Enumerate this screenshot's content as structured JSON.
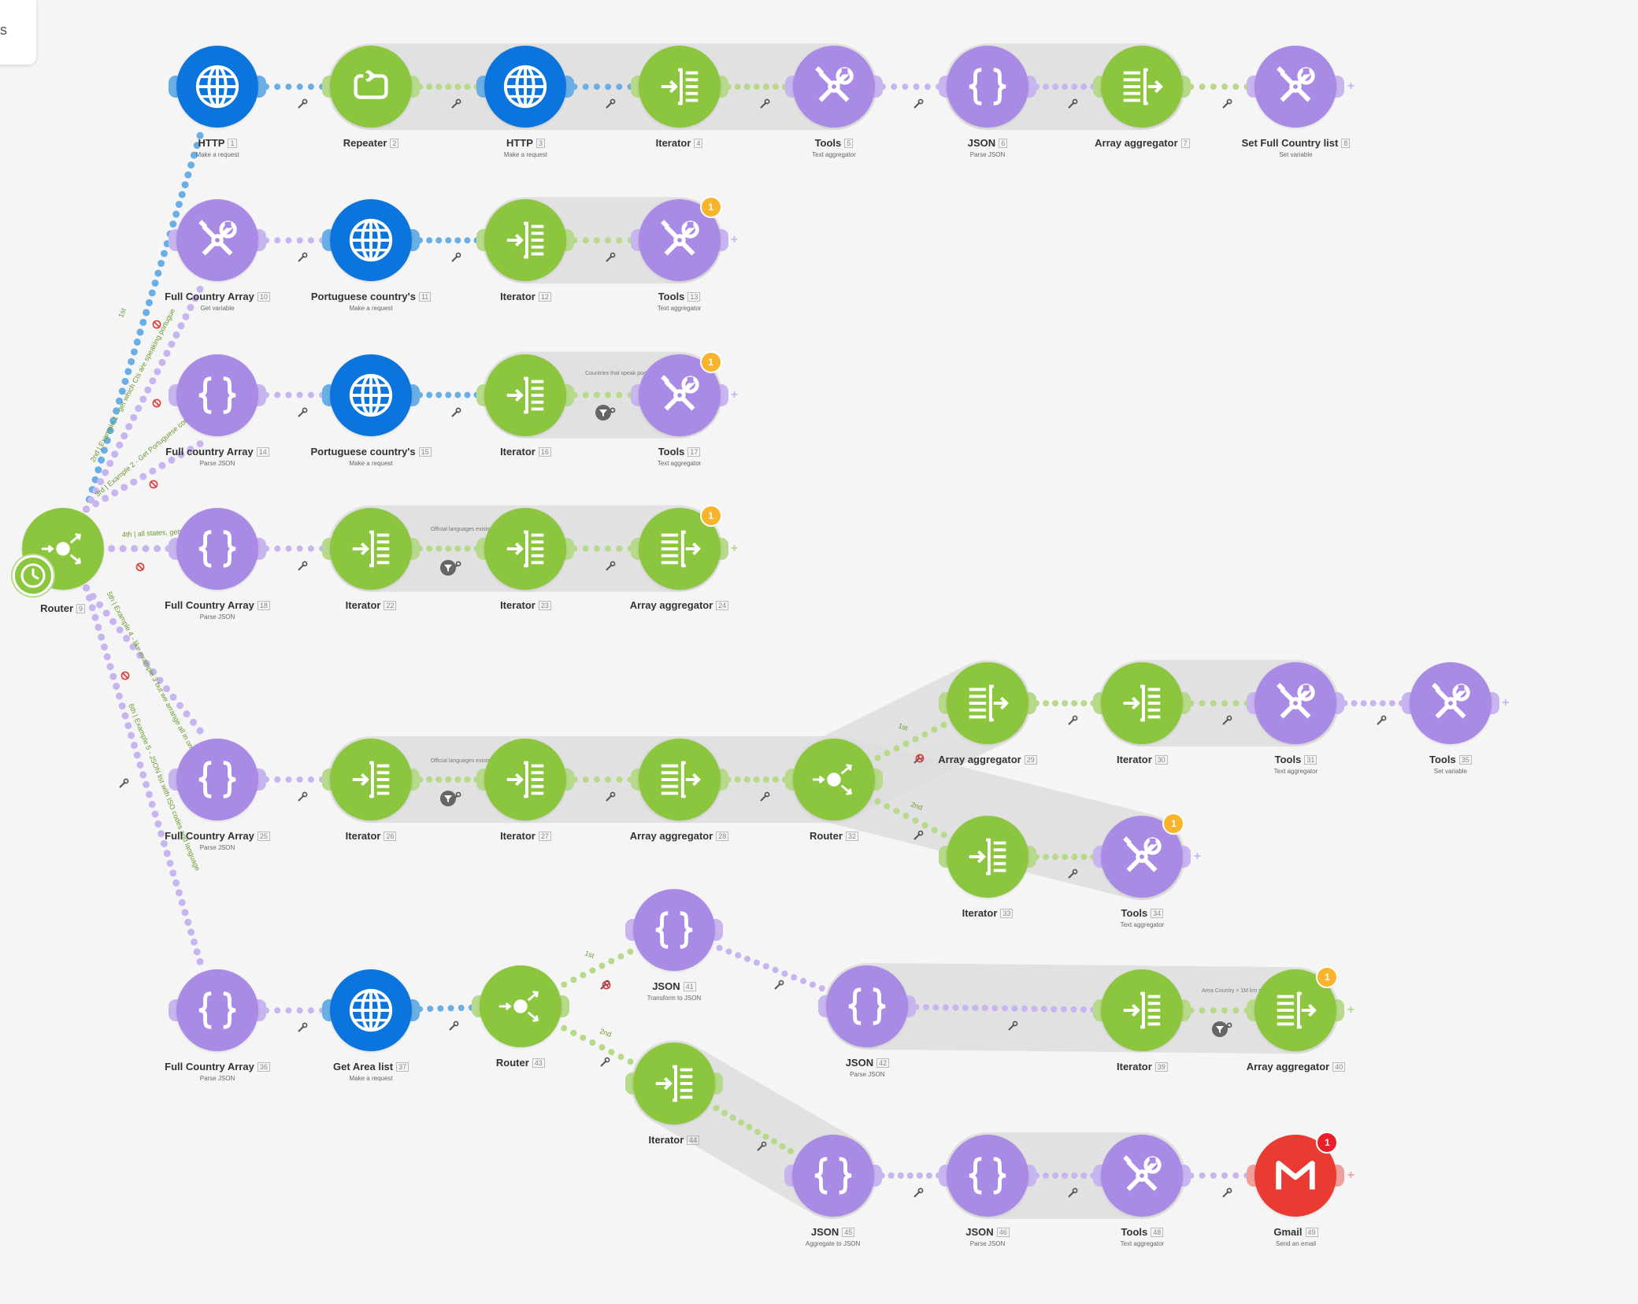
{
  "ui": {
    "corner_text": "s",
    "colors": {
      "http": "#0b74dd",
      "green": "#8cc63e",
      "purple": "#a98be5",
      "gmail": "#ea3b33",
      "bundle_bg": "#dedede",
      "dot_blue": "#6aaee6",
      "dot_green": "#b7d98a",
      "dot_purple": "#c8b5f0",
      "badge": "#f7b42c"
    }
  },
  "router": {
    "label": "Router",
    "num": "9"
  },
  "modules": [
    {
      "id": "m1",
      "title": "HTTP",
      "num": "1",
      "sub": "Make a request",
      "type": "http",
      "icon": "globe-icon"
    },
    {
      "id": "m2",
      "title": "Repeater",
      "num": "2",
      "sub": "",
      "type": "green",
      "icon": "repeat-icon"
    },
    {
      "id": "m3",
      "title": "HTTP",
      "num": "3",
      "sub": "Make a request",
      "type": "http",
      "icon": "globe-icon"
    },
    {
      "id": "m4",
      "title": "Iterator",
      "num": "4",
      "sub": "",
      "type": "green",
      "icon": "iterator-icon"
    },
    {
      "id": "m5",
      "title": "Tools",
      "num": "5",
      "sub": "Text aggregator",
      "type": "purple",
      "icon": "tools-icon"
    },
    {
      "id": "m6",
      "title": "JSON",
      "num": "6",
      "sub": "Parse JSON",
      "type": "purple",
      "icon": "braces-icon"
    },
    {
      "id": "m7",
      "title": "Array aggregator",
      "num": "7",
      "sub": "",
      "type": "green",
      "icon": "aggregator-icon"
    },
    {
      "id": "m8",
      "title": "Set Full Country list",
      "num": "8",
      "sub": "Set variable",
      "type": "purple",
      "icon": "tools-icon"
    },
    {
      "id": "m10",
      "title": "Full Country Array",
      "num": "10",
      "sub": "Get variable",
      "type": "purple",
      "icon": "tools-icon"
    },
    {
      "id": "m11",
      "title": "Portuguese country's",
      "num": "11",
      "sub": "Make a request",
      "type": "http",
      "icon": "globe-icon"
    },
    {
      "id": "m12",
      "title": "Iterator",
      "num": "12",
      "sub": "",
      "type": "green",
      "icon": "iterator-icon"
    },
    {
      "id": "m13",
      "title": "Tools",
      "num": "13",
      "sub": "Text aggregator",
      "type": "purple",
      "icon": "tools-icon",
      "badge": "1"
    },
    {
      "id": "m14",
      "title": "Full country Array",
      "num": "14",
      "sub": "Parse JSON",
      "type": "purple",
      "icon": "braces-icon"
    },
    {
      "id": "m15",
      "title": "Portuguese country's",
      "num": "15",
      "sub": "Make a request",
      "type": "http",
      "icon": "globe-icon"
    },
    {
      "id": "m16",
      "title": "Iterator",
      "num": "16",
      "sub": "",
      "type": "green",
      "icon": "iterator-icon"
    },
    {
      "id": "m17",
      "title": "Tools",
      "num": "17",
      "sub": "Text aggregator",
      "type": "purple",
      "icon": "tools-icon",
      "badge": "1"
    },
    {
      "id": "m18",
      "title": "Full Country Array",
      "num": "18",
      "sub": "Parse JSON",
      "type": "purple",
      "icon": "braces-icon"
    },
    {
      "id": "m22",
      "title": "Iterator",
      "num": "22",
      "sub": "",
      "type": "green",
      "icon": "iterator-icon"
    },
    {
      "id": "m23",
      "title": "Iterator",
      "num": "23",
      "sub": "",
      "type": "green",
      "icon": "iterator-icon"
    },
    {
      "id": "m24",
      "title": "Array aggregator",
      "num": "24",
      "sub": "",
      "type": "green",
      "icon": "aggregator-icon",
      "badge": "1"
    },
    {
      "id": "m25",
      "title": "Full Country Array",
      "num": "25",
      "sub": "Parse JSON",
      "type": "purple",
      "icon": "braces-icon"
    },
    {
      "id": "m26",
      "title": "Iterator",
      "num": "26",
      "sub": "",
      "type": "green",
      "icon": "iterator-icon"
    },
    {
      "id": "m27",
      "title": "Iterator",
      "num": "27",
      "sub": "",
      "type": "green",
      "icon": "iterator-icon"
    },
    {
      "id": "m28",
      "title": "Array aggregator",
      "num": "28",
      "sub": "",
      "type": "green",
      "icon": "aggregator-icon"
    },
    {
      "id": "m32",
      "title": "Router",
      "num": "32",
      "sub": "",
      "type": "green",
      "icon": "router-icon"
    },
    {
      "id": "m29",
      "title": "Array aggregator",
      "num": "29",
      "sub": "",
      "type": "green",
      "icon": "aggregator-icon"
    },
    {
      "id": "m30",
      "title": "Iterator",
      "num": "30",
      "sub": "",
      "type": "green",
      "icon": "iterator-icon"
    },
    {
      "id": "m31",
      "title": "Tools",
      "num": "31",
      "sub": "Text aggregator",
      "type": "purple",
      "icon": "tools-icon"
    },
    {
      "id": "m35",
      "title": "Tools",
      "num": "35",
      "sub": "Set variable",
      "type": "purple",
      "icon": "tools-icon"
    },
    {
      "id": "m33",
      "title": "Iterator",
      "num": "33",
      "sub": "",
      "type": "green",
      "icon": "iterator-icon"
    },
    {
      "id": "m34",
      "title": "Tools",
      "num": "34",
      "sub": "Text aggregator",
      "type": "purple",
      "icon": "tools-icon",
      "badge": "1"
    },
    {
      "id": "m36",
      "title": "Full Country Array",
      "num": "36",
      "sub": "Parse JSON",
      "type": "purple",
      "icon": "braces-icon"
    },
    {
      "id": "m37",
      "title": "Get Area list",
      "num": "37",
      "sub": "Make a request",
      "type": "http",
      "icon": "globe-icon"
    },
    {
      "id": "m43",
      "title": "Router",
      "num": "43",
      "sub": "",
      "type": "green",
      "icon": "router-icon"
    },
    {
      "id": "m41",
      "title": "JSON",
      "num": "41",
      "sub": "Transform to JSON",
      "type": "purple",
      "icon": "braces-icon"
    },
    {
      "id": "m42",
      "title": "JSON",
      "num": "42",
      "sub": "Parse JSON",
      "type": "purple",
      "icon": "braces-icon"
    },
    {
      "id": "m39",
      "title": "Iterator",
      "num": "39",
      "sub": "",
      "type": "green",
      "icon": "iterator-icon"
    },
    {
      "id": "m40",
      "title": "Array aggregator",
      "num": "40",
      "sub": "",
      "type": "green",
      "icon": "aggregator-icon",
      "badge": "1"
    },
    {
      "id": "m44",
      "title": "Iterator",
      "num": "44",
      "sub": "",
      "type": "green",
      "icon": "iterator-icon"
    },
    {
      "id": "m45",
      "title": "JSON",
      "num": "45",
      "sub": "Aggregate to JSON",
      "type": "purple",
      "icon": "braces-icon"
    },
    {
      "id": "m46",
      "title": "JSON",
      "num": "46",
      "sub": "Parse JSON",
      "type": "purple",
      "icon": "braces-icon"
    },
    {
      "id": "m48",
      "title": "Tools",
      "num": "48",
      "sub": "Text aggregator",
      "type": "purple",
      "icon": "tools-icon"
    },
    {
      "id": "m49",
      "title": "Gmail",
      "num": "49",
      "sub": "Send an email",
      "type": "gmail",
      "icon": "gmail-icon",
      "badge": "1",
      "badge_color": "red"
    }
  ],
  "route_labels": {
    "r1": "1st",
    "r2": "2nd | Example 1 - get which Cts are speaking portugue",
    "r3": "3rd | Example 2 - Get Portuguese contries but let me",
    "r4": "4th | all states, gets",
    "r5": "5th | Example 4 - like example 3 but we arrange all in one array",
    "r6": "6th | Example 5 - JSON list with ISO codes and language",
    "sub1": "1st",
    "sub2": "2nd",
    "r43_1": "1st",
    "r43_2": "2nd"
  },
  "filter_labels": {
    "f16": "Countries that speak portugue",
    "f22": "Official languages exists",
    "f26": "Official languages exists",
    "f39": "Area Country > 1M km square"
  }
}
